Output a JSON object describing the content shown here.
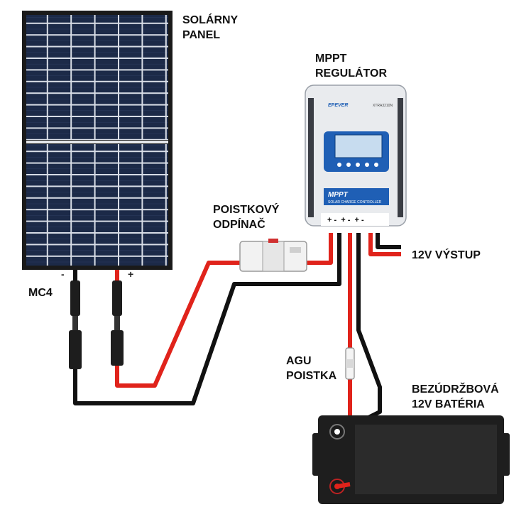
{
  "labels": {
    "solar_panel_line1": "SOLÁRNY",
    "solar_panel_line2": "PANEL",
    "mppt_line1": "MPPT",
    "mppt_line2": "REGULÁTOR",
    "breaker_line1": "POISTKOVÝ",
    "breaker_line2": "ODPÍNAČ",
    "output": "12V VÝSTUP",
    "mc4": "MC4",
    "agu_line1": "AGU",
    "agu_line2": "POISTKA",
    "battery_line1": "BEZÚDRŽBOVÁ",
    "battery_line2": "12V BATÉRIA",
    "panel_minus": "-",
    "panel_plus": "+"
  },
  "controller": {
    "brand": "EPEVER",
    "model": "XTRA3210N",
    "badge": "MPPT",
    "badge_sub": "SOLAR CHARGE CONTROLLER",
    "terminals": "+ -  + -  + -"
  },
  "colors": {
    "wire_red": "#e0231b",
    "wire_black": "#111111",
    "panel_cell": "#1c2a48",
    "controller_blue": "#1f5fb5"
  }
}
